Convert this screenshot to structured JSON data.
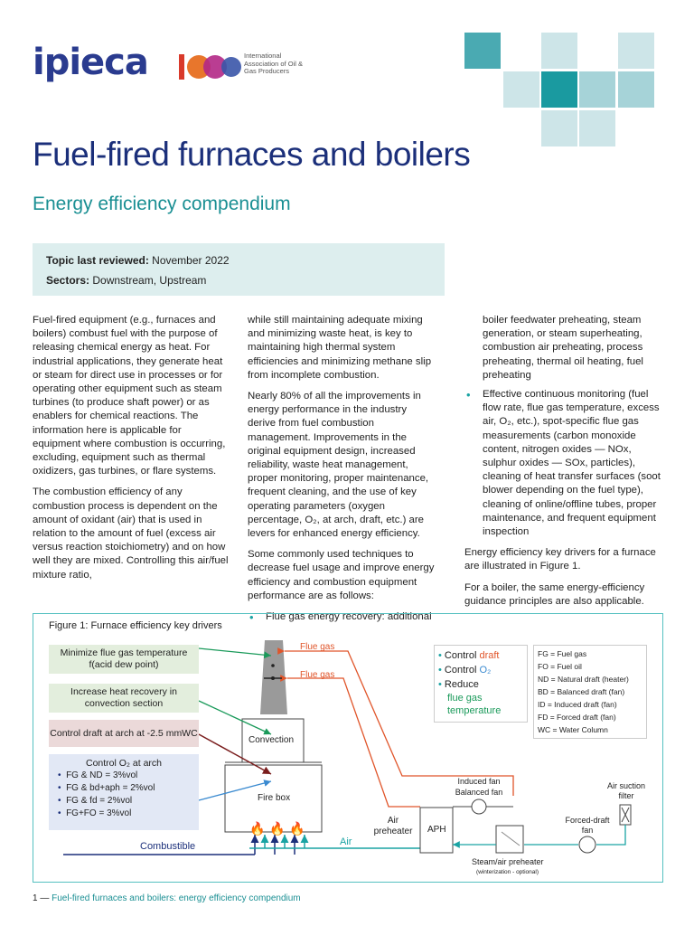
{
  "header": {
    "logo_text": "ipieca",
    "iogp_text": "International Association of Oil & Gas Producers",
    "squares": [
      {
        "color": "#4aaab2"
      },
      {
        "color": "#cde5e8"
      },
      {
        "color": "#cde5e8"
      },
      {
        "color": "#cde5e8"
      },
      {
        "color": "#a6d3d8"
      },
      {
        "color": "#1a9aa0"
      },
      {
        "color": "#a6d3d8"
      },
      {
        "color": "#cde5e8"
      },
      {
        "color": "#cde5e8"
      }
    ]
  },
  "title": "Fuel-fired furnaces and boilers",
  "subtitle": "Energy efficiency compendium",
  "info": {
    "reviewed_label": "Topic last reviewed:",
    "reviewed_value": "November 2022",
    "sectors_label": "Sectors:",
    "sectors_value": "Downstream, Upstream"
  },
  "body": {
    "col1_p1": "Fuel-fired equipment (e.g., furnaces and boilers) combust fuel with the purpose of releasing chemical energy as heat. For industrial applications, they generate heat or steam for direct use in processes or for operating other equipment such as steam turbines (to produce shaft power) or as enablers for chemical reactions. The information here is applicable for equipment where combustion is occurring, excluding, equipment such as thermal oxidizers, gas turbines, or flare systems.",
    "col1_p2": "The combustion efficiency of any combustion process is dependent on the amount of oxidant (air) that is used in relation to the amount of fuel (excess air versus reaction stoichiometry) and on how well they are mixed. Controlling this air/fuel mixture ratio,",
    "col2_p1": "while still maintaining adequate mixing and minimizing waste heat, is key to maintaining high thermal system efficiencies and minimizing methane slip from incomplete combustion.",
    "col2_p2": "Nearly 80% of all the improvements in energy performance in the industry derive from fuel combustion management. Improvements in the original equipment design, increased reliability, waste heat management, proper monitoring, proper maintenance, frequent cleaning, and the use of key operating parameters (oxygen percentage, O₂, at arch, draft, etc.) are levers for enhanced energy efficiency.",
    "col2_p3": "Some commonly used techniques to decrease fuel usage and improve energy efficiency and combustion equipment performance are as follows:",
    "col2_li1": "Flue gas energy recovery: additional",
    "col3_cont": "boiler feedwater preheating, steam generation, or steam superheating, combustion air preheating, process preheating, thermal oil heating, fuel preheating",
    "col3_li2": "Effective continuous monitoring (fuel flow rate, flue gas temperature, excess air, O₂, etc.), spot-specific flue gas measurements (carbon monoxide content, nitrogen oxides — NOx, sulphur oxides — SOx, particles), cleaning of heat transfer surfaces (soot blower depending on the fuel type), cleaning of online/offline tubes, proper maintenance, and frequent equipment inspection",
    "col3_p2": "Energy efficiency key drivers for a furnace are illustrated in Figure 1.",
    "col3_p3": "For a boiler, the same energy-efficiency guidance principles are also applicable."
  },
  "figure": {
    "caption": "Figure 1: Furnace efficiency key drivers",
    "box1": "Minimize flue gas temperature f(acid dew point)",
    "box2": "Increase heat recovery in convection section",
    "box3": "Control draft at arch at -2.5 mmWC",
    "box4_title": "Control O₂ at arch",
    "box4_items": [
      "FG & ND = 3%vol",
      "FG & bd+aph = 2%vol",
      "FG & fd = 2%vol",
      "FG+FO = 3%vol"
    ],
    "flue_gas_1": "Flue gas",
    "flue_gas_2": "Flue gas",
    "convection": "Convection",
    "firebox": "Fire box",
    "combustible": "Combustible",
    "air": "Air",
    "air_preheater": "Air preheater",
    "aph": "APH",
    "induced_fan": "Induced fan Balanced fan",
    "air_suction": "Air suction filter",
    "forced_fan": "Forced-draft fan",
    "steam_aph": "Steam/air preheater",
    "steam_aph_note": "(winterization  - optional)",
    "legend_control": "Control",
    "legend_draft": "draft",
    "legend_o2": "O₂",
    "legend_reduce": "Reduce",
    "legend_flue_temp": "flue gas temperature",
    "abbrev": [
      "FG = Fuel gas",
      "FO = Fuel oil",
      "ND = Natural draft (heater)",
      "BD = Balanced draft (fan)",
      "ID = Induced draft (fan)",
      "FD = Forced draft (fan)",
      "WC = Water Column"
    ]
  },
  "footer": {
    "page": "1",
    "dash": "—",
    "text": "Fuel-fired furnaces and boilers: energy efficiency compendium"
  }
}
